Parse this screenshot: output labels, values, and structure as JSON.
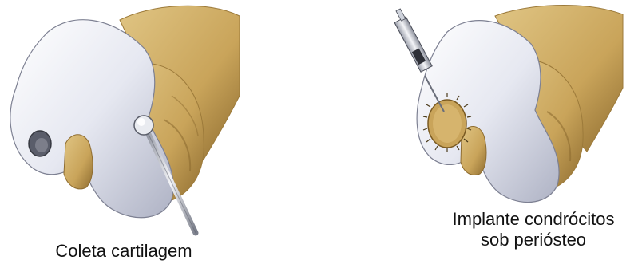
{
  "panels": [
    {
      "id": "harvest",
      "caption": "Coleta cartilagem"
    },
    {
      "id": "implant",
      "caption_line1": "Implante condrócitos",
      "caption_line2": "sob periósteo"
    }
  ],
  "colors": {
    "cartilage": "#e8e9f2",
    "cartilage_shadow": "#b9bccd",
    "bone": "#c9a45a",
    "bone_dark": "#9c7a3a",
    "instrument": "#cfd3dc",
    "outline": "#5b5e6a"
  }
}
